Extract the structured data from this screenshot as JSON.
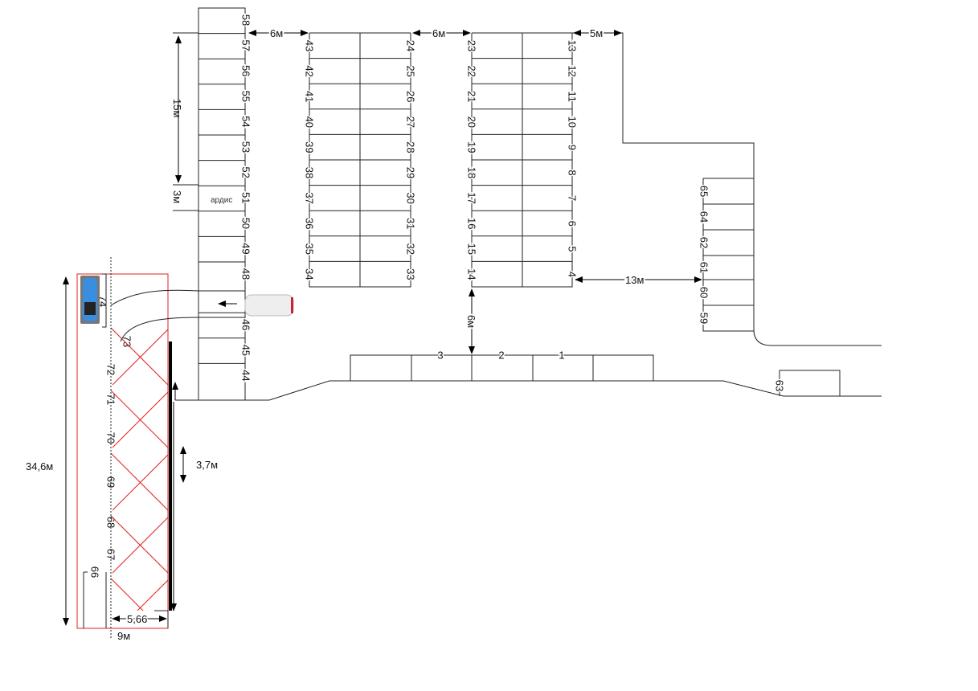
{
  "stalls": {
    "col_a_left": [
      "58",
      "57",
      "56",
      "55",
      "54",
      "53",
      "52",
      "51",
      "50",
      "49",
      "48",
      "",
      "46",
      "45",
      "44"
    ],
    "col_b_left": [
      "43",
      "42",
      "41",
      "40",
      "39",
      "38",
      "37",
      "36",
      "35",
      "34"
    ],
    "col_b_right": [
      "24",
      "25",
      "26",
      "27",
      "28",
      "29",
      "30",
      "31",
      "32",
      "33"
    ],
    "col_c_left": [
      "23",
      "22",
      "21",
      "20",
      "19",
      "18",
      "17",
      "16",
      "15",
      "14"
    ],
    "col_c_right": [
      "13",
      "12",
      "11",
      "10",
      "9",
      "8",
      "7",
      "6",
      "5",
      "4"
    ],
    "col_d_left": [
      "65",
      "64",
      "62",
      "61",
      "60",
      "59"
    ],
    "bottom_row": [
      "3",
      "2",
      "1"
    ],
    "single": "63",
    "red_zone": [
      "74",
      "73",
      "72",
      "71",
      "70",
      "69",
      "68",
      "67",
      "66"
    ]
  },
  "tenant_label": "ардис",
  "dimensions": {
    "d_15m": "15м",
    "d_3m": "3м",
    "d_6m_a": "6м",
    "d_6m_b": "6м",
    "d_5m": "5м",
    "d_13m": "13м",
    "d_6m_v": "6м",
    "d_34_6m": "34,6м",
    "d_3_7m": "3,7м",
    "d_5_66": "5,66",
    "d_9m": "9м"
  },
  "colors": {
    "line": "#222222",
    "red": "#e02020"
  }
}
